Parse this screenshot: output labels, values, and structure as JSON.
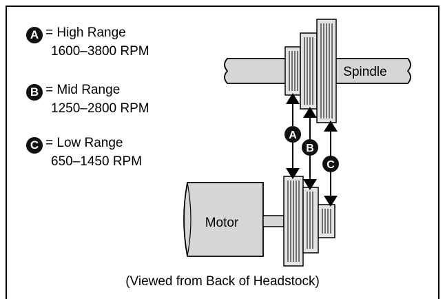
{
  "legend": [
    {
      "letter": "A",
      "name": "= High Range",
      "rpm": "1600–3800 RPM"
    },
    {
      "letter": "B",
      "name": "= Mid Range",
      "rpm": "1250–2800 RPM"
    },
    {
      "letter": "C",
      "name": "= Low Range",
      "rpm": "650–1450 RPM"
    }
  ],
  "labels": {
    "spindle": "Spindle",
    "motor": "Motor",
    "badge_a": "A",
    "badge_b": "B",
    "badge_c": "C",
    "caption": "(Viewed from Back of Headstock)"
  },
  "colors": {
    "pulley_fill": "#e3e3e3",
    "shaft_fill": "#d6d6d6",
    "outline": "#000000"
  }
}
